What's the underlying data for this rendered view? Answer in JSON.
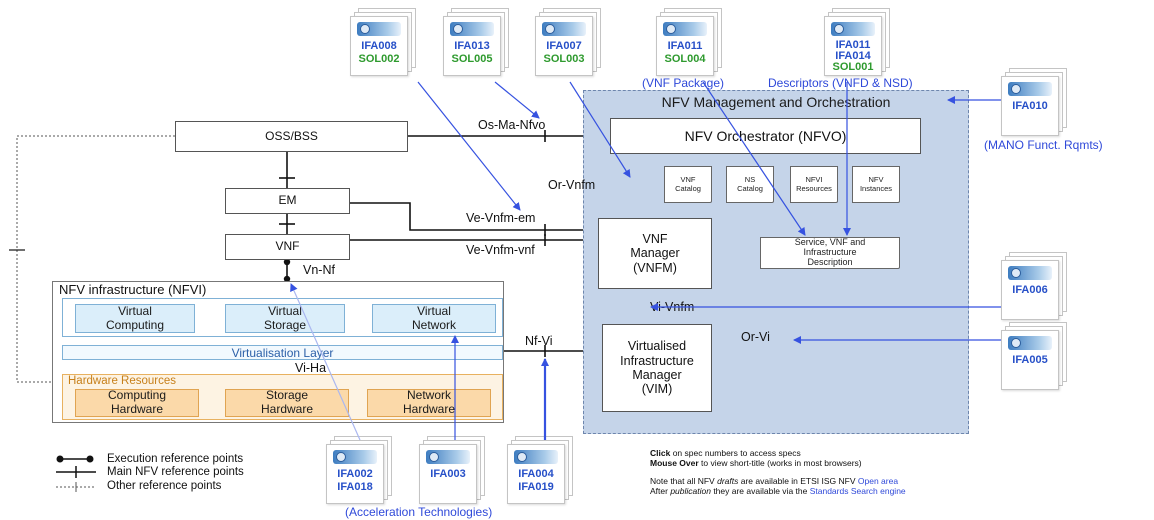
{
  "mano": {
    "title": "NFV Management and Orchestration",
    "nfvo": "NFV Orchestrator (NFVO)",
    "vnfm": [
      "VNF",
      "Manager",
      "(VNFM)"
    ],
    "vim": [
      "Virtualised",
      "Infrastructure",
      "Manager",
      "(VIM)"
    ],
    "catalogs": [
      [
        "VNF",
        "Catalog"
      ],
      [
        "NS",
        "Catalog"
      ],
      [
        "NFVI",
        "Resources"
      ],
      [
        "NFV",
        "Instances"
      ]
    ],
    "service_desc": [
      "Service, VNF and",
      "Infrastructure",
      "Description"
    ]
  },
  "left": {
    "oss": "OSS/BSS",
    "em": "EM",
    "vnf": "VNF"
  },
  "nfvi": {
    "title": "NFV infrastructure (NFVI)",
    "virtual": [
      [
        "Virtual",
        "Computing"
      ],
      [
        "Virtual",
        "Storage"
      ],
      [
        "Virtual",
        "Network"
      ]
    ],
    "layer": "Virtualisation Layer",
    "hw_title": "Hardware Resources",
    "hardware": [
      [
        "Computing",
        "Hardware"
      ],
      [
        "Storage",
        "Hardware"
      ],
      [
        "Network",
        "Hardware"
      ]
    ]
  },
  "reference_points": {
    "os_ma": "Os-Ma-Nfvo",
    "or_vnfm": "Or-Vnfm",
    "ve_em": "Ve-Vnfm-em",
    "ve_vnf": "Ve-Vnfm-vnf",
    "vn_nf": "Vn-Nf",
    "nf_vi": "Nf-Vi",
    "vi_vnfm": "Vi-Vnfm",
    "or_vi": "Or-Vi",
    "vi_ha": "Vi-Ha"
  },
  "specs": [
    {
      "id": "ifa008",
      "l1": "IFA008",
      "l2": "SOL002",
      "l2_color": "green"
    },
    {
      "id": "ifa013",
      "l1": "IFA013",
      "l2": "SOL005",
      "l2_color": "green"
    },
    {
      "id": "ifa007",
      "l1": "IFA007",
      "l2": "SOL003",
      "l2_color": "green"
    },
    {
      "id": "ifa011",
      "l1": "IFA011",
      "l2": "SOL004",
      "l2_color": "green"
    },
    {
      "id": "ifa014",
      "l1": "IFA011",
      "l2": "IFA014",
      "l3": "SOL001",
      "l2_color": "blue"
    },
    {
      "id": "ifa010",
      "l1": "IFA010",
      "l2": "",
      "l2_color": "green"
    },
    {
      "id": "ifa006",
      "l1": "IFA006",
      "l2": "",
      "l2_color": "green"
    },
    {
      "id": "ifa005",
      "l1": "IFA005",
      "l2": "",
      "l2_color": "green"
    },
    {
      "id": "ifa002",
      "l1": "IFA002",
      "l2": "IFA018",
      "l2_color": "blue"
    },
    {
      "id": "ifa003",
      "l1": "IFA003",
      "l2": "",
      "l2_color": "blue"
    },
    {
      "id": "ifa004",
      "l1": "IFA004",
      "l2": "IFA019",
      "l2_color": "blue"
    }
  ],
  "annotations": {
    "vnf_package": "(VNF Package)",
    "descriptors": "Descriptors (VNFD & NSD)",
    "mano_reqs": "(MANO Funct. Rqmts)",
    "acceleration": "(Acceleration Technologies)"
  },
  "legend": [
    "Execution reference points",
    "Main NFV reference points",
    "Other reference points"
  ],
  "notes": {
    "click_b": "Click",
    "click_t": " on spec numbers to access specs",
    "mouse_b": "Mouse Over",
    "mouse_t": " to view short-title (works in most browsers)",
    "n1a": "Note that all NFV ",
    "n1i": "drafts",
    "n1b": " are available in ETSI ISG NFV ",
    "n1l": "Open area",
    "n2a": "After ",
    "n2i": "publication",
    "n2b": " they are available via the ",
    "n2l": "Standards Search engine"
  },
  "colors": {
    "mano_bg": "#c5d4e9",
    "annotation_blue": "#2f49d9",
    "spec_green": "#2e9a2e",
    "hardware_orange": "#fbd9a9",
    "virtual_blue": "#dbeefa"
  }
}
